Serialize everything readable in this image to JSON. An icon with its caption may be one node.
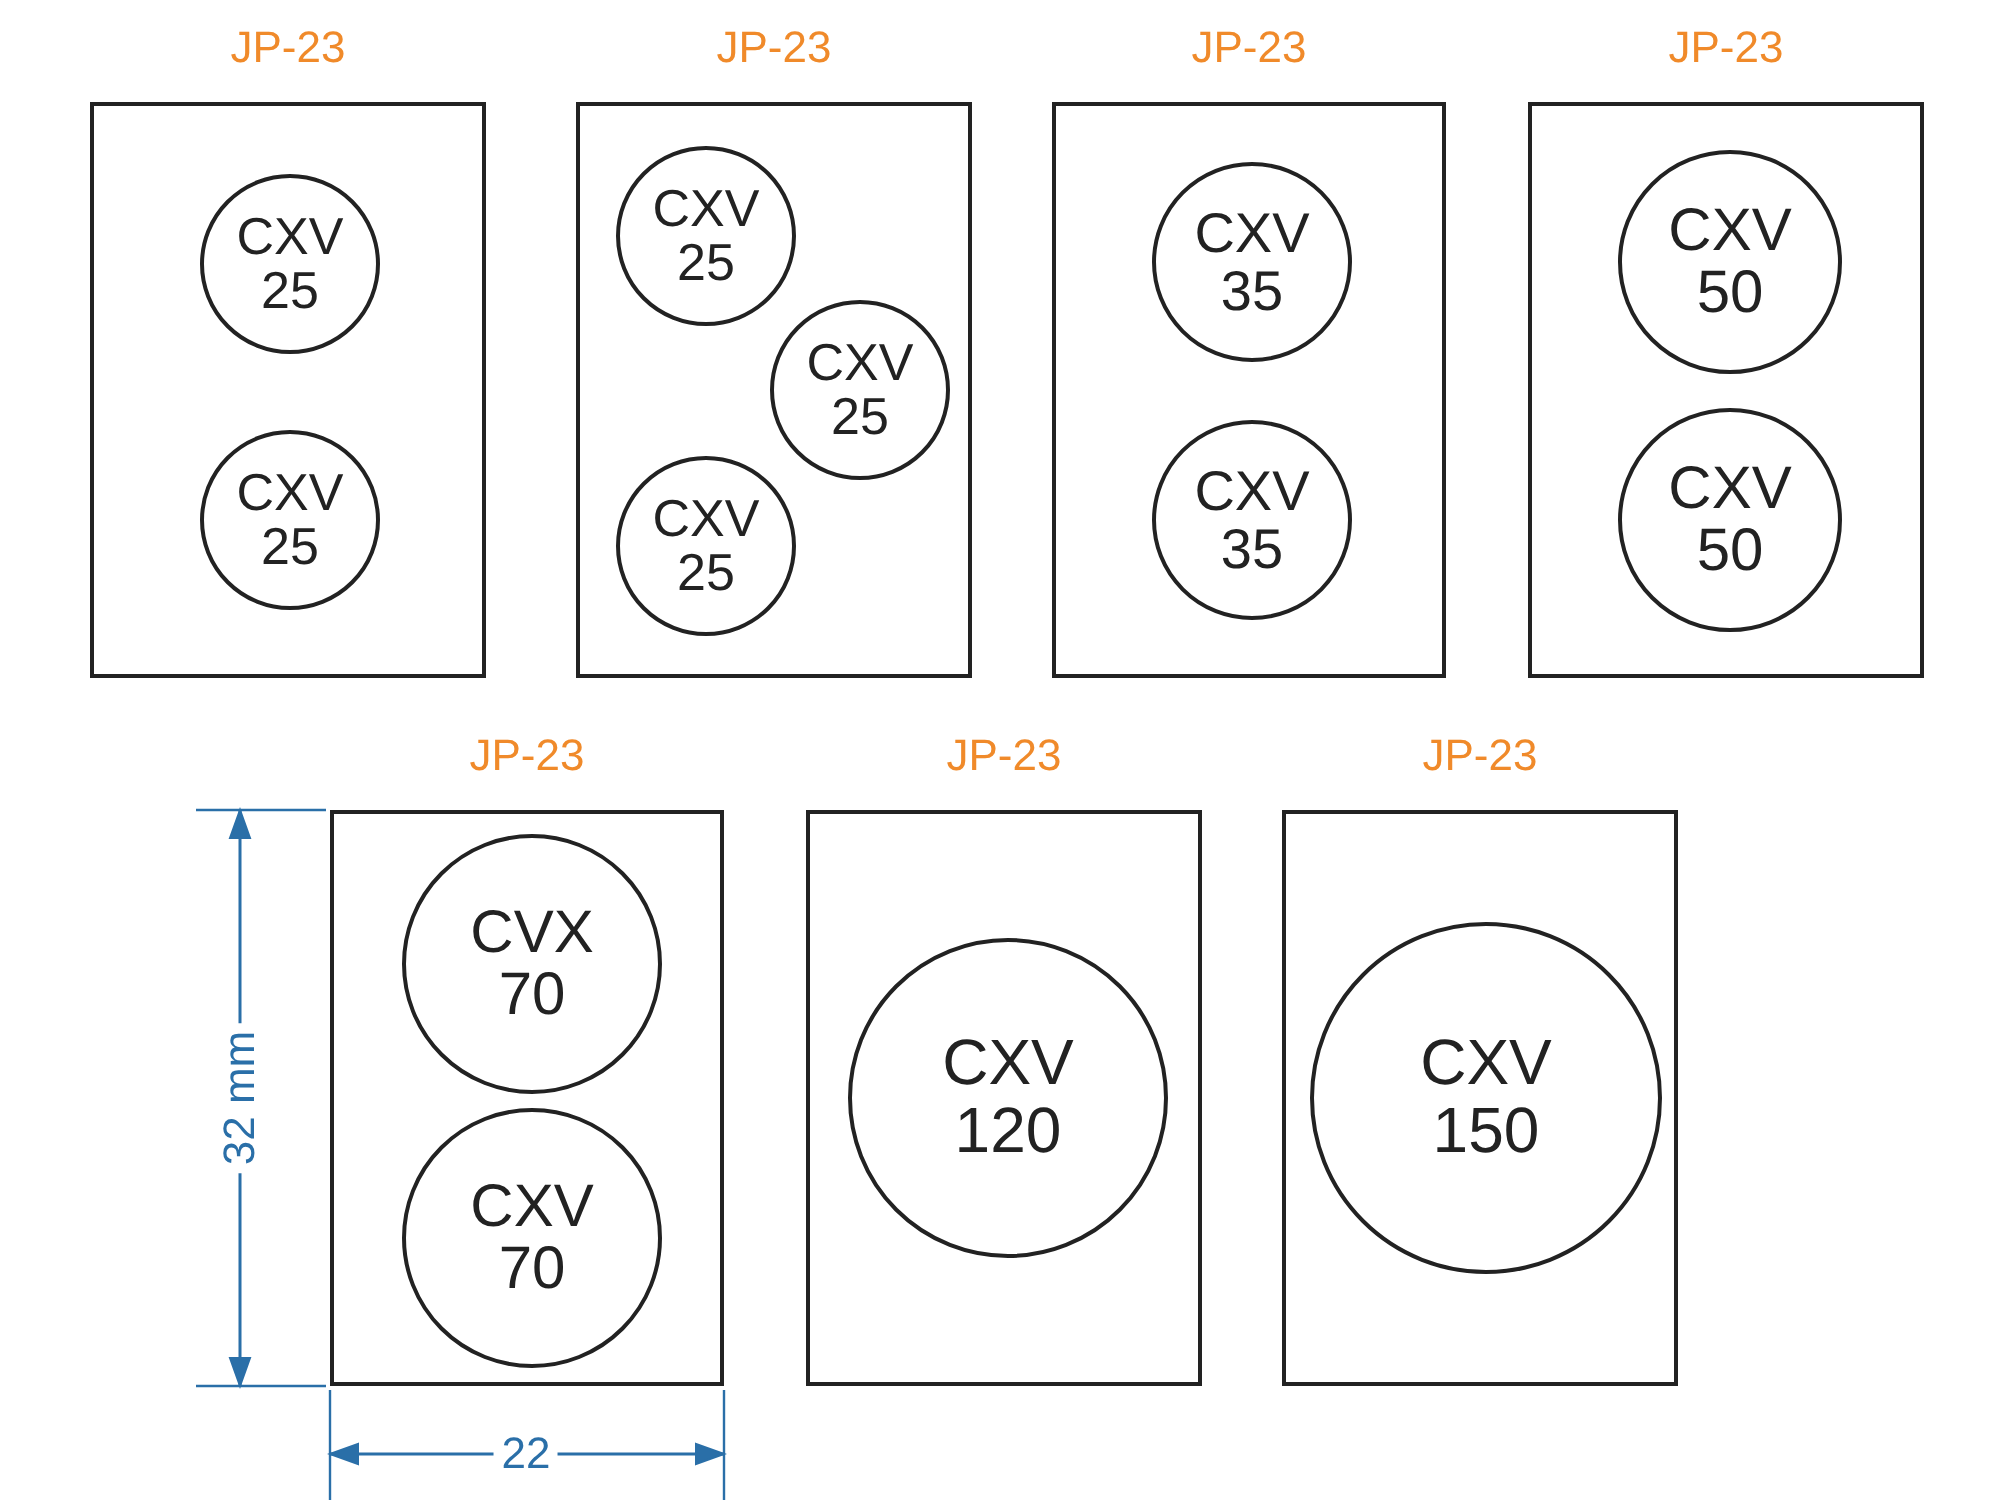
{
  "diagram": {
    "nodes": [
      {
        "text": [],
        "shape": "box",
        "beside": [
          "JP-23"
        ]
      },
      {
        "text": [
          "CXV 25"
        ],
        "in": 0
      },
      {
        "text": [
          "CXV 25"
        ],
        "in": 0
      },
      {
        "text": [],
        "shape": "box",
        "beside": [
          "JP-23"
        ]
      },
      {
        "text": [
          "CXV 25"
        ],
        "in": 3
      },
      {
        "text": [
          "CXV 25"
        ],
        "in": 3
      },
      {
        "text": [
          "CXV 25"
        ],
        "in": 3
      },
      {
        "text": [],
        "shape": "box",
        "beside": [
          "JP-23"
        ]
      },
      {
        "text": [
          "CXV 35"
        ],
        "in": 7
      },
      {
        "text": [
          "CXV 35"
        ],
        "in": 7
      },
      {
        "text": [],
        "shape": "box",
        "beside": [
          "JP-23"
        ]
      },
      {
        "text": [
          "CXV 50"
        ],
        "in": 10
      },
      {
        "text": [
          "CXV 50"
        ],
        "in": 10
      },
      {
        "text": [],
        "shape": "box",
        "beside": [
          "JP-23"
        ]
      },
      {
        "text": [
          "CVX 70"
        ],
        "in": 13
      },
      {
        "text": [
          "CXV 70"
        ],
        "in": 13
      },
      {
        "text": [],
        "shape": "box",
        "beside": [
          "JP-23"
        ]
      },
      {
        "text": [
          "CXV 120"
        ],
        "in": 16
      },
      {
        "text": [],
        "shape": "box",
        "beside": [
          "JP-23"
        ]
      },
      {
        "text": [
          "CXV 150"
        ],
        "in": 18
      }
    ],
    "labels": [
      "32 mm",
      "22"
    ]
  }
}
